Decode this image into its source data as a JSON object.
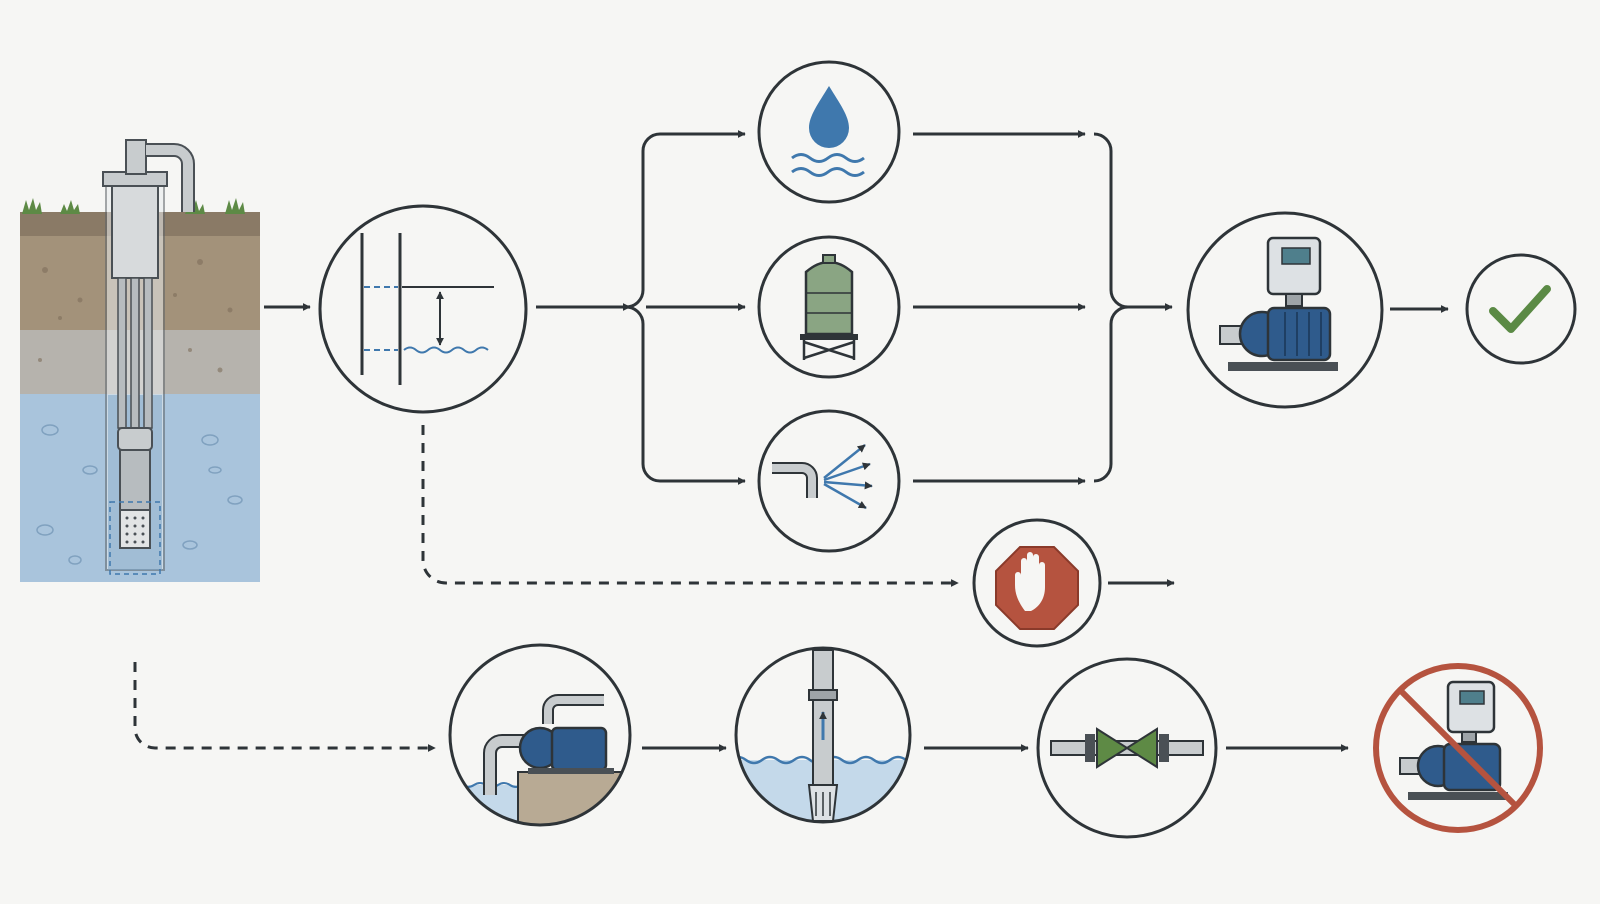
{
  "colors": {
    "background": "#f6f6f4",
    "outline": "#2e3438",
    "water_blue": "#3f78ad",
    "water_light": "#c4d9ea",
    "pump_blue": "#2f5b8c",
    "tank_green": "#8aa583",
    "check_green": "#5b8a45",
    "stop_red": "#b5533f",
    "soil_brown": "#a3927a",
    "soil_grey": "#b6b3ad",
    "grass_green": "#5d8a45",
    "steel": "#c8ccce"
  },
  "nodes": [
    {
      "id": "borehole-well",
      "icon": "borehole-well-cross-section"
    },
    {
      "id": "water-level",
      "icon": "water-level-drawdown"
    },
    {
      "id": "water-source",
      "icon": "water-drop"
    },
    {
      "id": "storage-tank",
      "icon": "storage-tank"
    },
    {
      "id": "spray-outlet",
      "icon": "pipe-spray-outlet"
    },
    {
      "id": "booster-pump",
      "icon": "booster-pump"
    },
    {
      "id": "result-ok",
      "icon": "check-mark"
    },
    {
      "id": "stop",
      "icon": "stop-hand"
    },
    {
      "id": "surface-pump",
      "icon": "surface-pump"
    },
    {
      "id": "foot-valve",
      "icon": "foot-valve-intake"
    },
    {
      "id": "check-valve",
      "icon": "inline-valve"
    },
    {
      "id": "no-booster-pump",
      "icon": "prohibited-booster-pump"
    }
  ],
  "connections": [
    {
      "from": "borehole-well",
      "to": "water-level",
      "style": "solid"
    },
    {
      "from": "water-level",
      "to": "water-source",
      "style": "solid"
    },
    {
      "from": "water-level",
      "to": "storage-tank",
      "style": "solid"
    },
    {
      "from": "water-level",
      "to": "spray-outlet",
      "style": "solid"
    },
    {
      "from": "water-source",
      "to": "booster-pump",
      "style": "solid"
    },
    {
      "from": "storage-tank",
      "to": "booster-pump",
      "style": "solid"
    },
    {
      "from": "spray-outlet",
      "to": "booster-pump",
      "style": "solid"
    },
    {
      "from": "booster-pump",
      "to": "result-ok",
      "style": "solid"
    },
    {
      "from": "water-level",
      "to": "stop",
      "style": "dashed"
    },
    {
      "from": "stop",
      "to": "",
      "style": "solid"
    },
    {
      "from": "borehole-well",
      "to": "surface-pump",
      "style": "dashed"
    },
    {
      "from": "surface-pump",
      "to": "foot-valve",
      "style": "solid"
    },
    {
      "from": "foot-valve",
      "to": "check-valve",
      "style": "solid"
    },
    {
      "from": "check-valve",
      "to": "no-booster-pump",
      "style": "solid"
    }
  ]
}
